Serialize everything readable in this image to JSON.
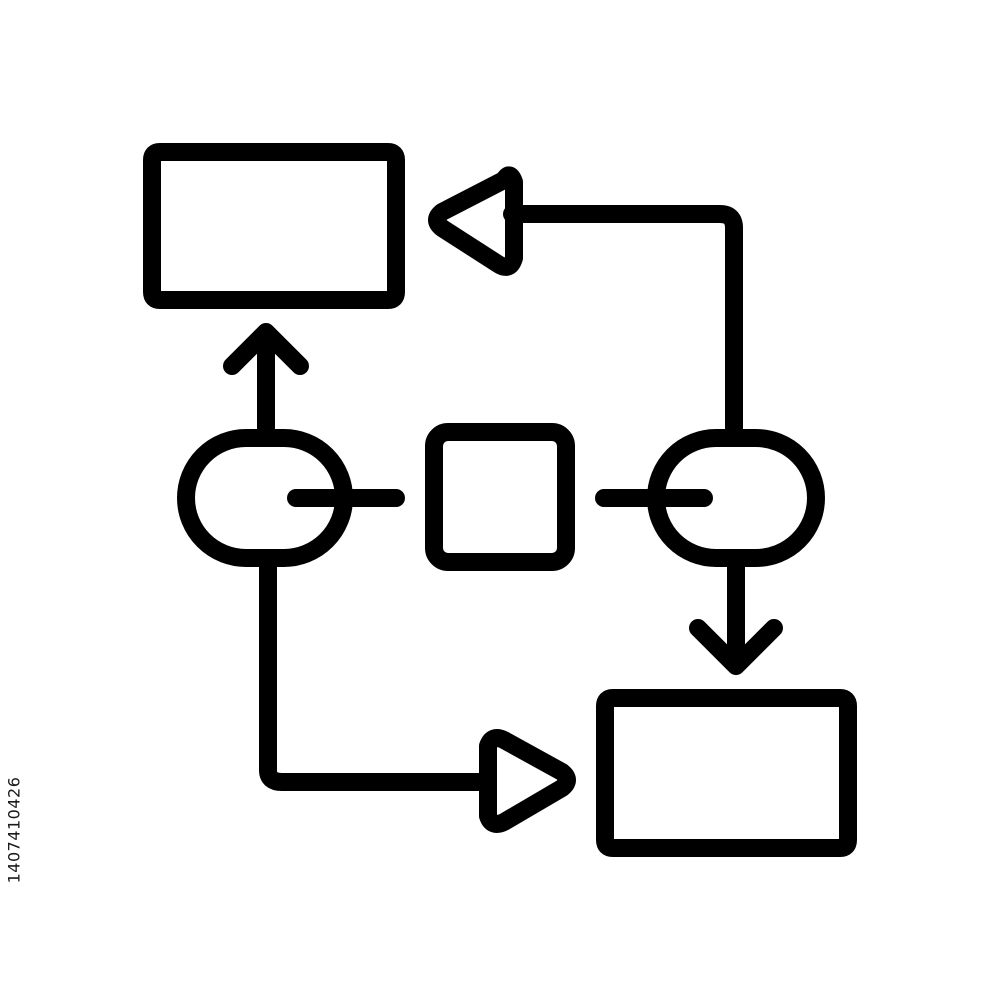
{
  "colors": {
    "background": "#ffffff",
    "stroke": "#000000",
    "watermark_text": "#1a1a1a"
  },
  "icon": {
    "name": "flowchart-process-icon",
    "nodes": [
      "process-box-top-left",
      "decision-oval-left",
      "process-square-center",
      "decision-oval-right",
      "process-box-bottom-right"
    ],
    "connectors": [
      "arrow-left-oval-to-top-box",
      "arrow-right-oval-to-bottom-box",
      "arrow-right-oval-to-top-box",
      "arrow-left-oval-to-bottom-box",
      "line-left-oval-to-square",
      "line-square-to-right-oval"
    ]
  },
  "stock_id": "1407410426"
}
